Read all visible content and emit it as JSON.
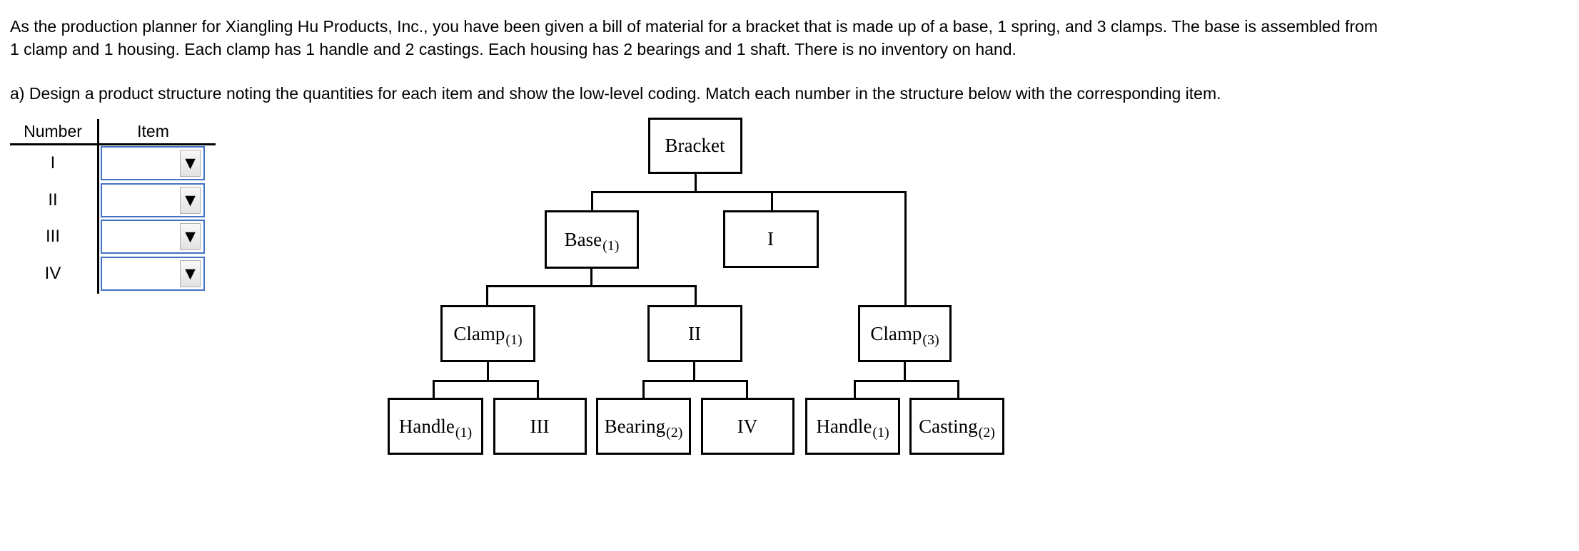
{
  "problem": {
    "lines": [
      "As the production planner for Xiangling Hu Products, Inc., you have been given a bill of material for a bracket that is made up of a base, 1 spring, and 3 clamps. The base is assembled from",
      "1 clamp and 1 housing. Each clamp has 1 handle and 2 castings. Each housing has 2 bearings and 1 shaft. There is no inventory on hand."
    ],
    "part_a": "a) Design a product structure noting the quantities for each item and show the low-level coding. Match each number in the structure below with the corresponding item."
  },
  "matching_table": {
    "columns": [
      "Number",
      "Item"
    ],
    "dropdown_icon": "▼",
    "rows": [
      {
        "number": "I",
        "selected_value": ""
      },
      {
        "number": "II",
        "selected_value": ""
      },
      {
        "number": "III",
        "selected_value": ""
      },
      {
        "number": "IV",
        "selected_value": ""
      }
    ]
  },
  "tree": {
    "nodes": [
      {
        "id": "bracket",
        "label": "Bracket",
        "qty": ""
      },
      {
        "id": "base",
        "label": "Base",
        "qty": "(1)"
      },
      {
        "id": "numeral-1",
        "label": "I",
        "qty": ""
      },
      {
        "id": "clamp-1",
        "label": "Clamp",
        "qty": "(1)"
      },
      {
        "id": "numeral-2",
        "label": "II",
        "qty": ""
      },
      {
        "id": "clamp-3",
        "label": "Clamp",
        "qty": "(3)"
      },
      {
        "id": "handle-left",
        "label": "Handle",
        "qty": "(1)"
      },
      {
        "id": "numeral-3",
        "label": "III",
        "qty": ""
      },
      {
        "id": "bearing",
        "label": "Bearing",
        "qty": "(2)"
      },
      {
        "id": "numeral-4",
        "label": "IV",
        "qty": ""
      },
      {
        "id": "handle-right",
        "label": "Handle",
        "qty": "(1)"
      },
      {
        "id": "casting",
        "label": "Casting",
        "qty": "(2)"
      }
    ]
  },
  "colors": {
    "select_border": "#4472c4",
    "line": "#000000",
    "text": "#000000",
    "background": "#ffffff"
  }
}
